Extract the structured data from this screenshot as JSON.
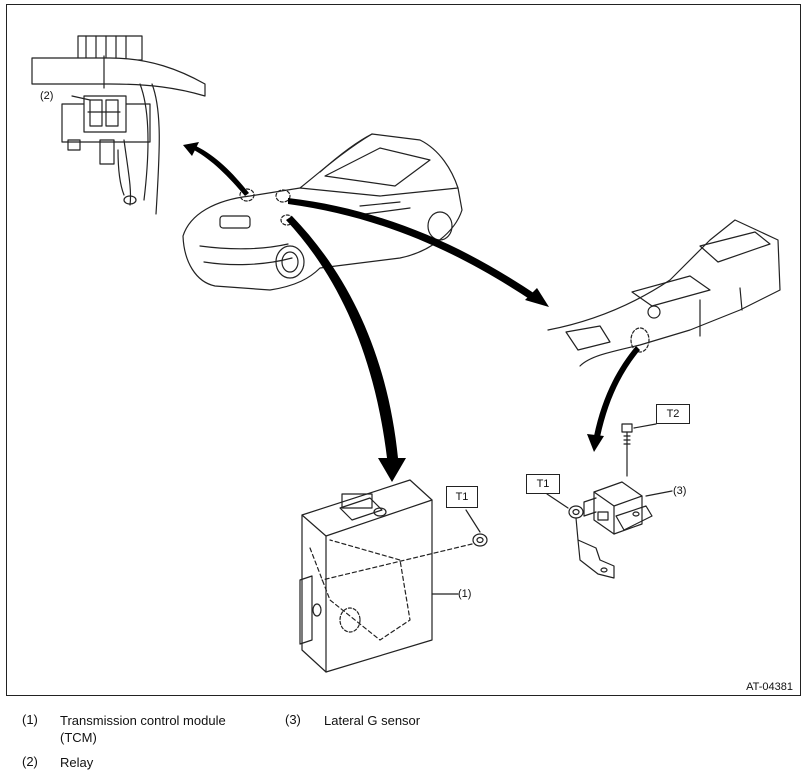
{
  "diagram": {
    "callouts": {
      "relay": "(2)",
      "tcm": "(1)",
      "sensor": "(3)"
    },
    "torque_labels": {
      "tcm_nut": "T1",
      "sensor_nut": "T1",
      "sensor_bolt": "T2"
    },
    "figure_code": "AT-04381"
  },
  "legend": [
    {
      "number": "(1)",
      "text": "Transmission control module (TCM)"
    },
    {
      "number": "(2)",
      "text": "Relay"
    },
    {
      "number": "(3)",
      "text": "Lateral G sensor"
    }
  ]
}
